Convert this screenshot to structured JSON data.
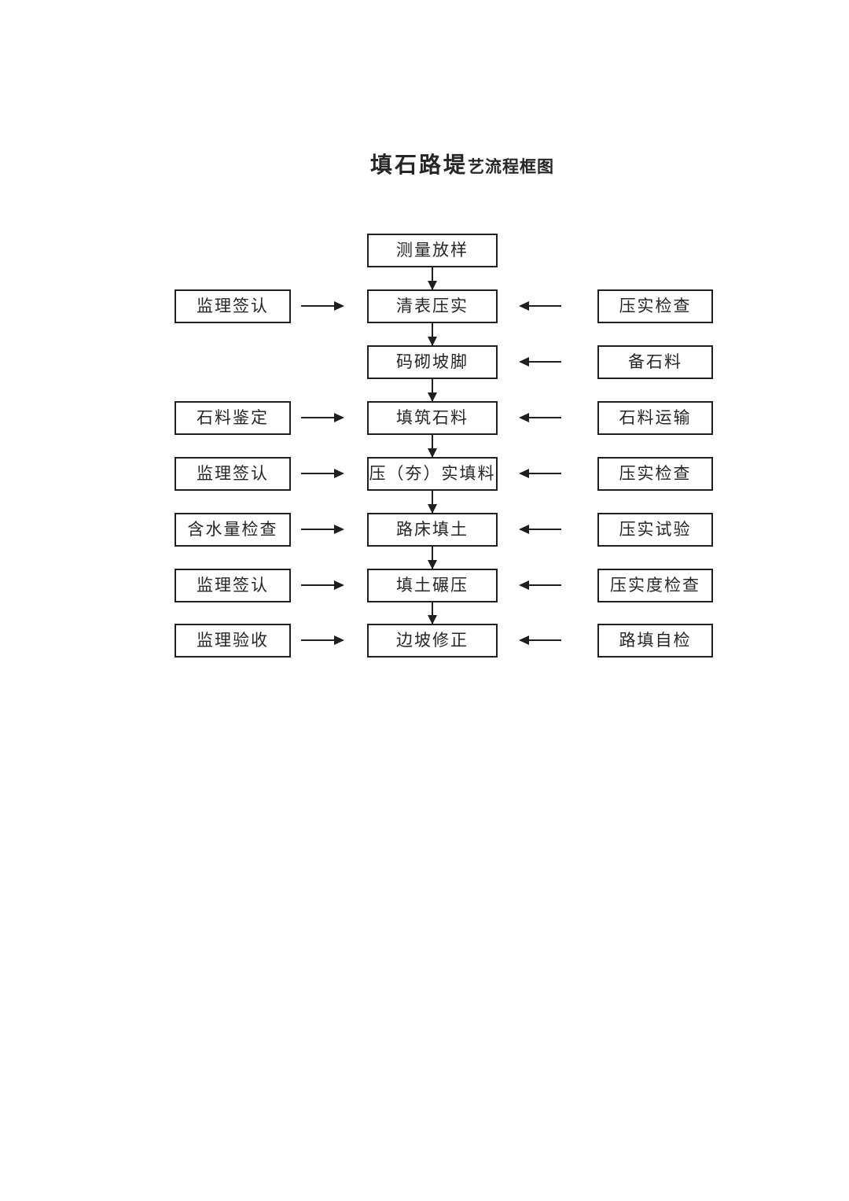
{
  "title": {
    "main": "填石路堤",
    "suffix": "艺流程框图"
  },
  "flow": {
    "center": [
      "测量放样",
      "清表压实",
      "码砌坡脚",
      "填筑石料",
      "压（夯）实填料",
      "路床填土",
      "填土碾压",
      "边坡修正"
    ],
    "left": [
      "监理签认",
      "石料鉴定",
      "监理签认",
      "含水量检查",
      "监理签认",
      "监理验收"
    ],
    "right": [
      "压实检查",
      "备石料",
      "石料运输",
      "压实检查",
      "压实试验",
      "压实度检查",
      "路填自检"
    ]
  },
  "colors": {
    "line": "#1f1f1f",
    "background": "#ffffff",
    "text": "#262626"
  }
}
